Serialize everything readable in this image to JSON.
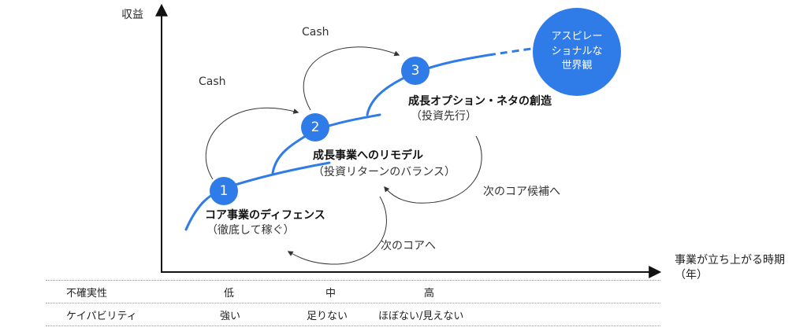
{
  "colors": {
    "accent": "#2f7be8",
    "axis": "#111111",
    "arrow": "#333333",
    "aspiration": "#2f7be8"
  },
  "axes": {
    "y_label": "収益",
    "x_label_line1": "事業が立ち上がる時期",
    "x_label_line2": "（年）"
  },
  "cash_labels": [
    "Cash",
    "Cash"
  ],
  "stages": [
    {
      "number": "1",
      "title": "コア事業のディフェンス",
      "subtitle": "（徹底して稼ぐ）"
    },
    {
      "number": "2",
      "title": "成長事業へのリモデル",
      "subtitle": "（投資リターンのバランス）"
    },
    {
      "number": "3",
      "title": "成長オプション・ネタの創造",
      "subtitle": "（投資先行）"
    }
  ],
  "aspiration": {
    "line1": "アスピレー",
    "line2": "ショナルな",
    "line3": "世界観"
  },
  "arrow_notes": {
    "next_core_candidate": "次のコア候補へ",
    "next_core": "次のコアへ"
  },
  "table": {
    "rows": [
      {
        "label": "不確実性",
        "values": [
          "低",
          "中",
          "高"
        ]
      },
      {
        "label": "ケイパビリティ",
        "values": [
          "強い",
          "足りない",
          "ほぼない/見えない"
        ]
      }
    ]
  }
}
